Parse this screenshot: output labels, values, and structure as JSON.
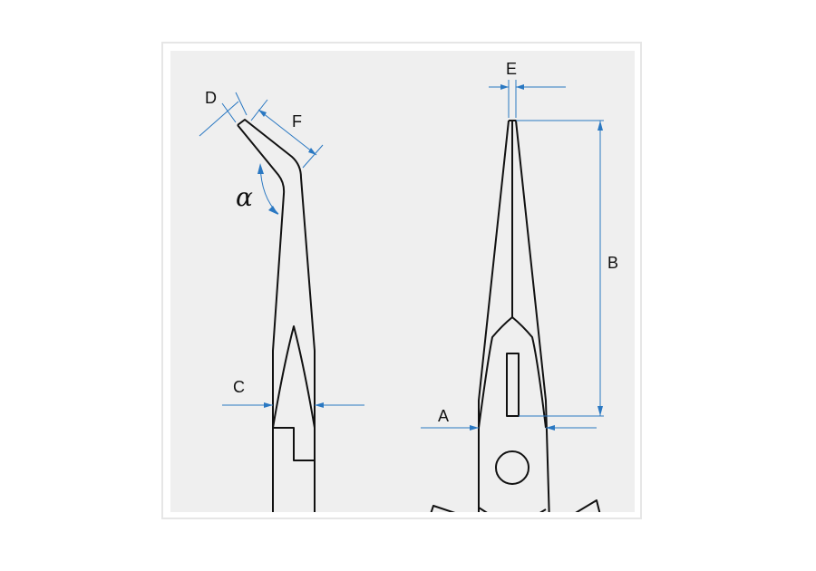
{
  "labels": {
    "a": "A",
    "b": "B",
    "c": "C",
    "d": "D",
    "e": "E",
    "f": "F",
    "alpha": "α"
  },
  "colors": {
    "dimension_line": "#2a78c2",
    "outline": "#111111",
    "background": "#efefef"
  }
}
